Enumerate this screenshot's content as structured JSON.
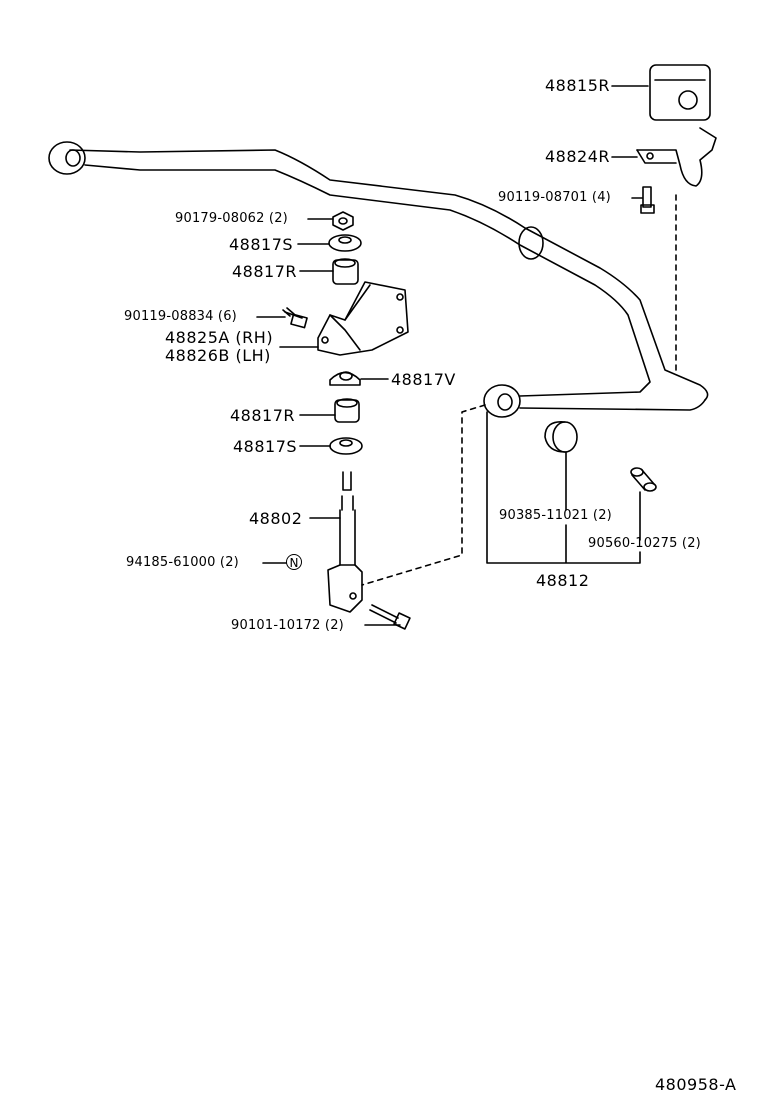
{
  "diagram_id": "480958-A",
  "parts": [
    {
      "id": "p48815R",
      "label": "48815R"
    },
    {
      "id": "p48824R",
      "label": "48824R"
    },
    {
      "id": "p90119_08701",
      "label": "90119-08701 (4)"
    },
    {
      "id": "p90179_08062",
      "label": "90179-08062 (2)"
    },
    {
      "id": "p48817S_top",
      "label": "48817S"
    },
    {
      "id": "p48817R_top",
      "label": "48817R"
    },
    {
      "id": "p90119_08834",
      "label": "90119-08834 (6)"
    },
    {
      "id": "p48825A",
      "label": "48825A (RH)"
    },
    {
      "id": "p48826B",
      "label": "48826B (LH)"
    },
    {
      "id": "p48817V",
      "label": "48817V"
    },
    {
      "id": "p48817R_bot",
      "label": "48817R"
    },
    {
      "id": "p48817S_bot",
      "label": "48817S"
    },
    {
      "id": "p48802",
      "label": "48802"
    },
    {
      "id": "p94185_61000",
      "label": "94185-61000 (2)"
    },
    {
      "id": "p90101_10172",
      "label": "90101-10172 (2)"
    },
    {
      "id": "p90385_11021",
      "label": "90385-11021 (2)"
    },
    {
      "id": "p90560_10275",
      "label": "90560-10275 (2)"
    },
    {
      "id": "p48812",
      "label": "48812"
    }
  ],
  "symbols": {
    "new_part_marker": "N"
  },
  "colors": {
    "line": "#000000",
    "background": "#ffffff"
  }
}
